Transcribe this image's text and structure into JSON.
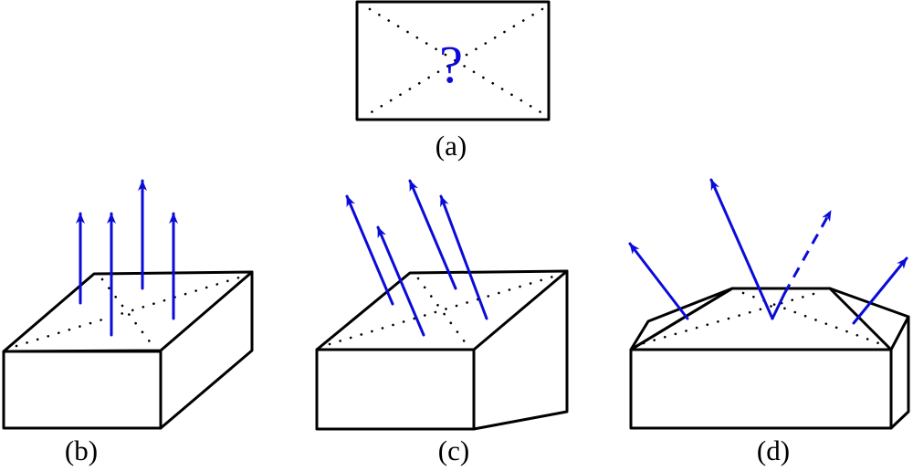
{
  "panels": [
    {
      "id": "a",
      "caption": "(a)"
    },
    {
      "id": "b",
      "caption": "(b)"
    },
    {
      "id": "c",
      "caption": "(c)"
    },
    {
      "id": "d",
      "caption": "(d)"
    }
  ],
  "panel_a": {
    "symbol": "?"
  },
  "colors": {
    "outline": "#000000",
    "arrow": "#0b0bd9",
    "background": "#ffffff"
  },
  "icons": {
    "arrowhead": "arrowhead-icon"
  }
}
